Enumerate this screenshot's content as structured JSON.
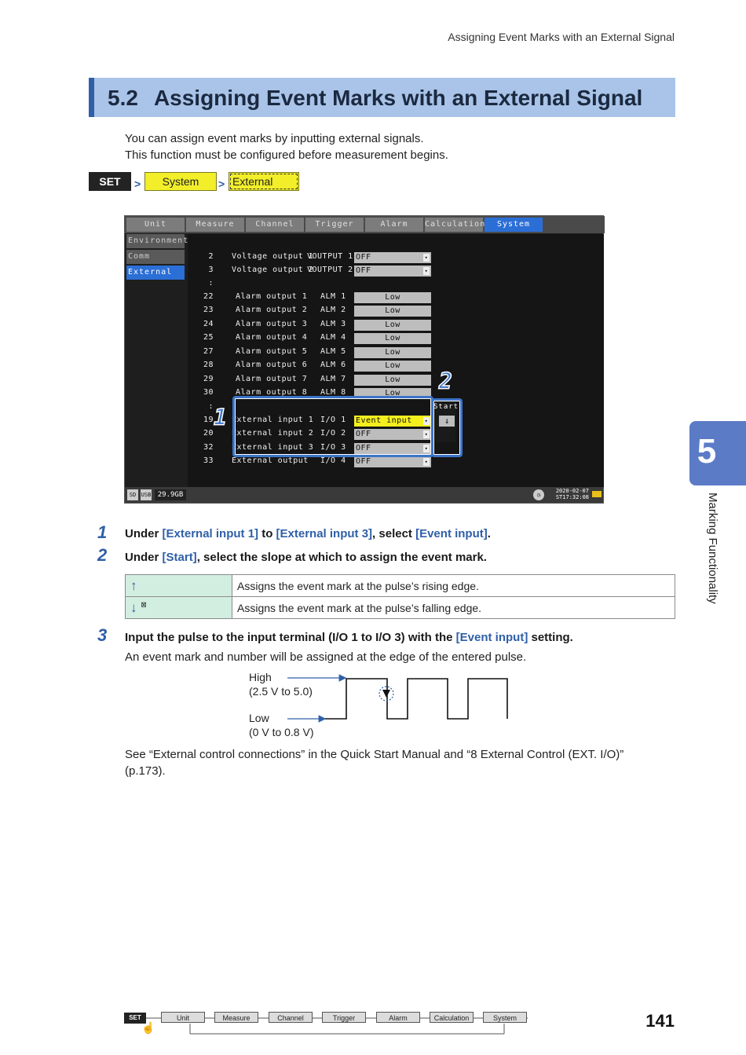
{
  "running_header": "Assigning Event Marks with an External Signal",
  "section": {
    "number": "5.2",
    "title": "Assigning Event Marks with an External Signal"
  },
  "intro": [
    "You can assign event marks by inputting external signals.",
    "This function must be configured before measurement begins."
  ],
  "nav_path": {
    "set": "SET",
    "separator": ">",
    "items": [
      "System",
      "External"
    ]
  },
  "device": {
    "tabs": [
      "Unit",
      "Measure",
      "Channel",
      "Trigger",
      "Alarm",
      "Calculation",
      "System"
    ],
    "active_tab": "System",
    "side_items": [
      "Environment",
      "Comm",
      "External"
    ],
    "active_side": "External",
    "rows": [
      {
        "num": "2",
        "name": "Voltage output 1",
        "io": "VOUTPUT 1",
        "value": "OFF",
        "dropdown": true
      },
      {
        "num": "3",
        "name": "Voltage output 2",
        "io": "VOUTPUT 2",
        "value": "OFF",
        "dropdown": true
      },
      {
        "num": ":",
        "name": "",
        "io": "",
        "value": ""
      },
      {
        "num": "22",
        "name": "Alarm output 1",
        "io": "ALM 1",
        "value": "Low"
      },
      {
        "num": "23",
        "name": "Alarm output 2",
        "io": "ALM 2",
        "value": "Low"
      },
      {
        "num": "24",
        "name": "Alarm output 3",
        "io": "ALM 3",
        "value": "Low"
      },
      {
        "num": "25",
        "name": "Alarm output 4",
        "io": "ALM 4",
        "value": "Low"
      },
      {
        "num": "27",
        "name": "Alarm output 5",
        "io": "ALM 5",
        "value": "Low"
      },
      {
        "num": "28",
        "name": "Alarm output 6",
        "io": "ALM 6",
        "value": "Low"
      },
      {
        "num": "29",
        "name": "Alarm output 7",
        "io": "ALM 7",
        "value": "Low"
      },
      {
        "num": "30",
        "name": "Alarm output 8",
        "io": "ALM 8",
        "value": "Low"
      },
      {
        "num": ":",
        "name": "",
        "io": "",
        "value": ""
      },
      {
        "num": "19",
        "name": "External input 1",
        "io": "I/O 1",
        "value": "Event input",
        "dropdown": true,
        "selected": true
      },
      {
        "num": "20",
        "name": "External input 2",
        "io": "I/O 2",
        "value": "OFF",
        "dropdown": true
      },
      {
        "num": "32",
        "name": "External input 3",
        "io": "I/O 3",
        "value": "OFF",
        "dropdown": true
      },
      {
        "num": "33",
        "name": "External output",
        "io": "I/O 4",
        "value": "OFF",
        "dropdown": true
      }
    ],
    "start_header": "Start",
    "start_value": "↓",
    "callouts": [
      "1",
      "2"
    ],
    "storage": "29.9GB",
    "date": "2020-02-07",
    "time": "17:32:08",
    "status_tag": "ST"
  },
  "steps": [
    {
      "num": "1",
      "parts": [
        "Under ",
        "[External input 1]",
        " to ",
        "[External input 3]",
        ", select ",
        "[Event input]",
        "."
      ]
    },
    {
      "num": "2",
      "parts": [
        "Under ",
        "[Start]",
        ", select the slope at which to assign the event mark."
      ]
    },
    {
      "num": "3",
      "parts": [
        "Input the pulse to the input terminal (I/O 1 to I/O 3) with the ",
        "[Event input]",
        " setting."
      ]
    }
  ],
  "slope_table": [
    {
      "symbol": "↑",
      "desc": "Assigns the event mark at the pulse’s rising edge."
    },
    {
      "symbol": "↓",
      "desc": "Assigns the event mark at the pulse’s falling edge."
    }
  ],
  "step3_body": "An event mark and number will be assigned at the edge of the entered pulse.",
  "pulse": {
    "high_label": "High",
    "high_range": "(2.5 V to 5.0)",
    "low_label": "Low",
    "low_range": "(0 V to 0.8 V)"
  },
  "see_also": [
    "See “External control connections” in the Quick Start Manual and “8 External Control (EXT. I/O)”",
    "(p.173)."
  ],
  "chapter": {
    "number": "5",
    "name": "Marking Functionality"
  },
  "bottom_nav": {
    "set": "SET",
    "items": [
      "Unit",
      "Measure",
      "Channel",
      "Trigger",
      "Alarm",
      "Calculation",
      "System"
    ]
  },
  "page_number": "141",
  "colors": {
    "accent": "#2f5fa8",
    "band": "#a9c4e8",
    "highlight": "#f2ee2a",
    "chapter_tab": "#5c7bc7"
  }
}
